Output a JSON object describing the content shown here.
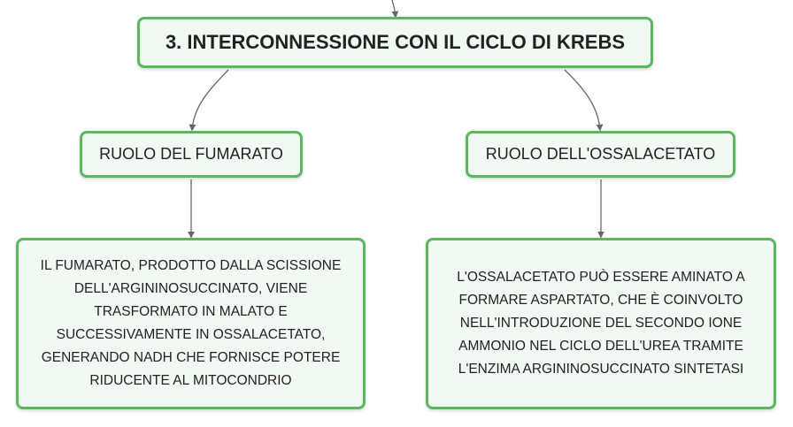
{
  "diagram": {
    "main_node": {
      "label": "3. INTERCONNESSIONE CON IL CICLO DI KREBS"
    },
    "branches": [
      {
        "title": "RUOLO DEL FUMARATO",
        "detail": "IL FUMARATO, PRODOTTO DALLA SCISSIONE DELL'ARGININOSUCCINATO, VIENE TRASFORMATO IN MALATO E SUCCESSIVAMENTE IN OSSALACETATO, GENERANDO NADH CHE FORNISCE POTERE RIDUCENTE AL MITOCONDRIO"
      },
      {
        "title": "RUOLO DELL'OSSALACETATO",
        "detail": "L'OSSALACETATO PUÒ ESSERE AMINATO A FORMARE ASPARTATO, CHE È COINVOLTO NELL'INTRODUZIONE DEL SECONDO IONE AMMONIO NEL CICLO DELL'UREA TRAMITE L'ENZIMA ARGININOSUCCINATO SINTETASI"
      }
    ],
    "colors": {
      "node_border": "#5cb85c",
      "node_fill": "#f1f9f2",
      "connector": "#666666"
    }
  }
}
